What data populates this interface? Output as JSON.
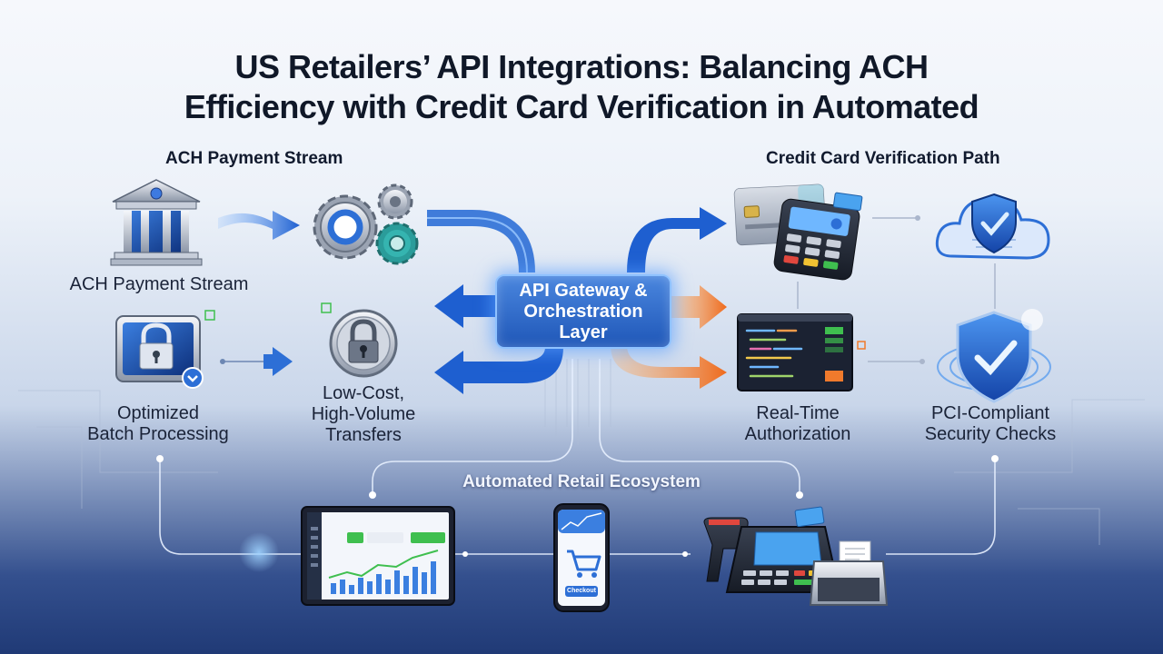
{
  "title": {
    "line1": "US Retailers’ API Integrations: Balancing ACH",
    "line2": "Efficiency with Credit Card Verification in Automated"
  },
  "sections": {
    "ach_header": "ACH Payment Stream",
    "card_header": "Credit Card Verification Path",
    "ecosystem": "Automated Retail Ecosystem"
  },
  "gateway": {
    "line1": "API Gateway &",
    "line2": "Orchestration",
    "line3": "Layer"
  },
  "nodes": {
    "bank": "ACH Payment Stream",
    "batch_line1": "Optimized",
    "batch_line2": "Batch Processing",
    "transfers_line1": "Low-Cost,",
    "transfers_line2": "High-Volume",
    "transfers_line3": "Transfers",
    "auth_line1": "Real-Time",
    "auth_line2": "Authorization",
    "pci_line1": "PCI-Compliant",
    "pci_line2": "Security Checks"
  },
  "devices": {
    "phone_button": "Checkout"
  },
  "icons": [
    "bank-icon",
    "gears-icon",
    "lock-tablet-icon",
    "padlock-icon",
    "credit-card-icon",
    "card-terminal-icon",
    "cloud-shield-icon",
    "code-screen-icon",
    "shield-check-icon",
    "laptop-dashboard-icon",
    "smartphone-cart-icon",
    "pos-terminal-icon",
    "barcode-scanner-icon",
    "receipt-printer-icon"
  ],
  "colors": {
    "ach_flow": "#2d6fd6",
    "card_flow": "#f07a2c",
    "gateway": "#2a63c4",
    "security_green": "#3fbf4f"
  }
}
